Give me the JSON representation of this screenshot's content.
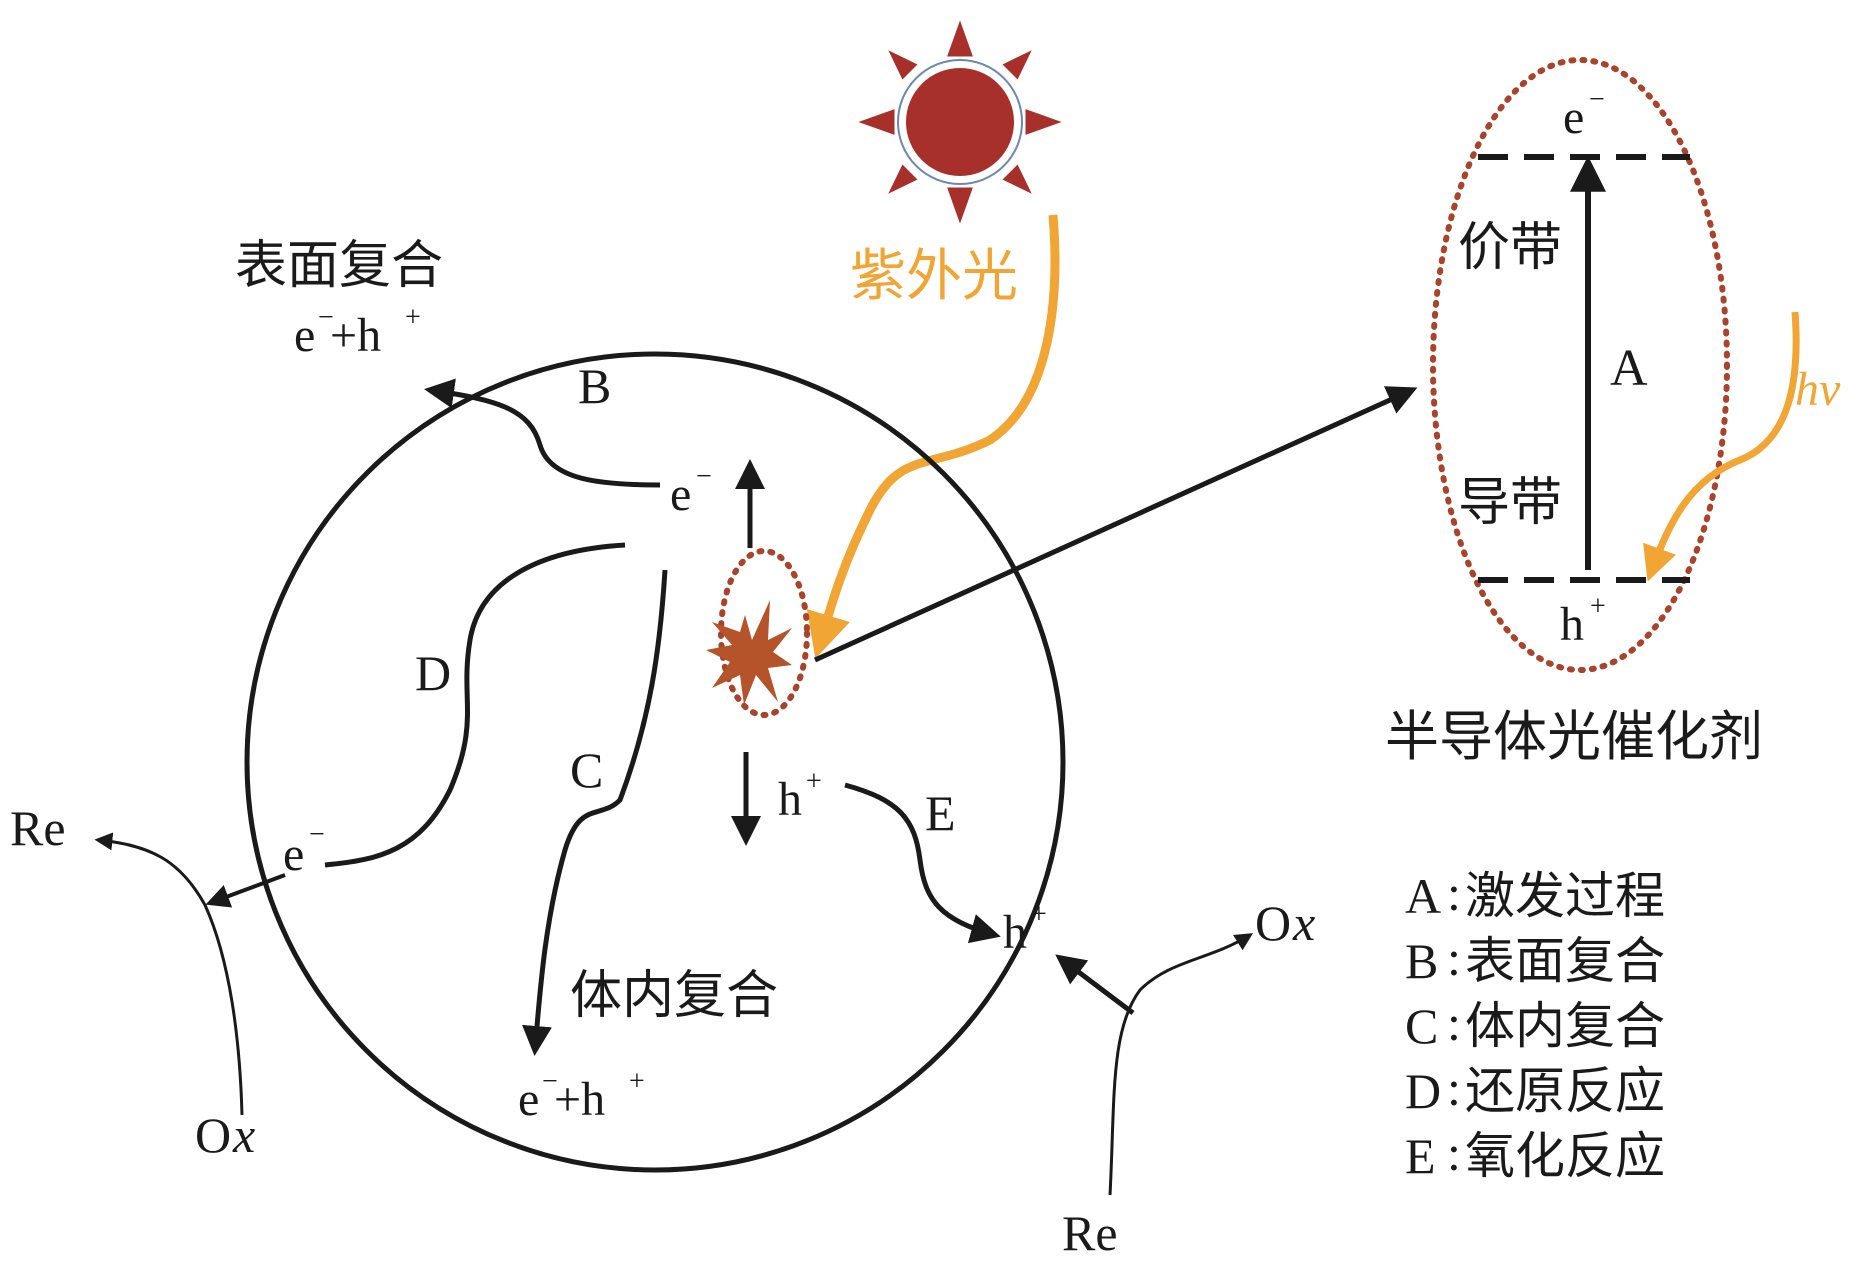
{
  "sun": {
    "color": "#a8302b",
    "ray_color": "#a8302b"
  },
  "light": {
    "label": "紫外光",
    "color": "#f0a534"
  },
  "surface_recomb": {
    "title": "表面复合",
    "formula_e": "e",
    "formula_plus": "+h",
    "sup_minus": "−",
    "sup_plus": "+"
  },
  "bulk_recomb": {
    "title": "体内复合",
    "formula_e": "e",
    "formula_plus": "+h",
    "sup_minus": "−",
    "sup_plus": "+"
  },
  "paths": {
    "B": "B",
    "C": "C",
    "D": "D",
    "E": "E"
  },
  "particle": {
    "e_center": "e",
    "h_center": "h",
    "e_reduce": "e",
    "h_surface": "h",
    "minus": "−",
    "plus": "+"
  },
  "reduction": {
    "re": "Re",
    "ox_o": "O",
    "ox_x": "x"
  },
  "oxidation": {
    "re": "Re",
    "ox_o": "O",
    "ox_x": "x"
  },
  "inset": {
    "top_e": "e",
    "minus": "−",
    "valence": "价带",
    "conduction": "导带",
    "bottom_h": "h",
    "plus": "+",
    "process": "A",
    "hv": "hv",
    "caption": "半导体光催化剂"
  },
  "legend": [
    {
      "key": "A",
      "sep": ":",
      "text": "激发过程"
    },
    {
      "key": "B",
      "sep": ":",
      "text": "表面复合"
    },
    {
      "key": "C",
      "sep": ":",
      "text": "体内复合"
    },
    {
      "key": "D",
      "sep": ":",
      "text": "还原反应"
    },
    {
      "key": "E",
      "sep": ":",
      "text": "氧化反应"
    }
  ],
  "colors": {
    "ink": "#1a1a1a",
    "dotted": "#a8432c",
    "burst": "#b5532a",
    "uv": "#f0a534"
  }
}
